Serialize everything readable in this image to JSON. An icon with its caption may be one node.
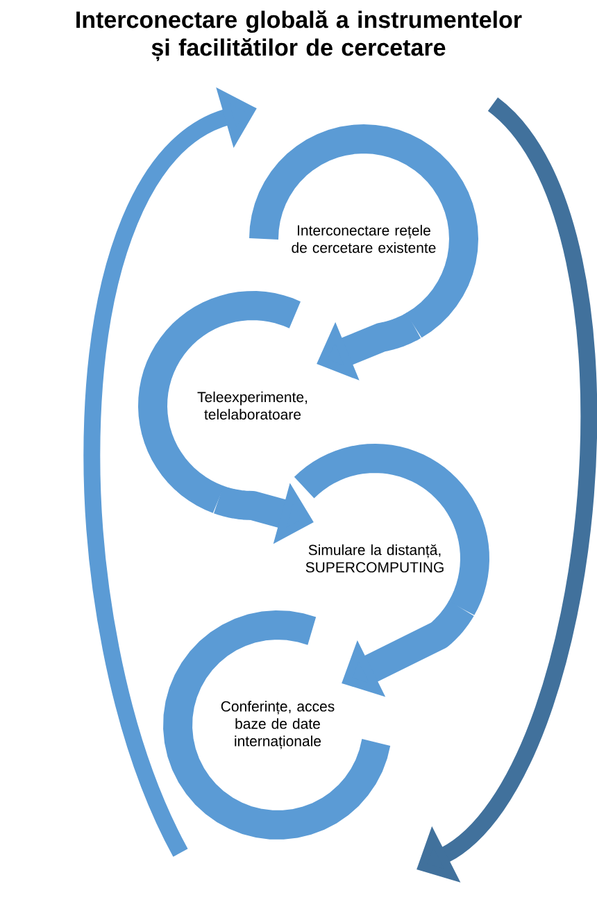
{
  "diagram": {
    "title": "Interconectare globală a instrumentelor și facilitătilor de cercetare",
    "nodes": [
      {
        "text": [
          "Interconectare rețele de cercetare existente"
        ]
      },
      {
        "text": [
          "Teleexperimente, telelaboratoare"
        ]
      },
      {
        "text": [
          "Simulare la distanță, SUPERCOMPUTING"
        ]
      },
      {
        "text": [
          "Conferințe, acces baze de date internaționale"
        ]
      }
    ],
    "edges": [
      {
        "from": 0,
        "to": 1,
        "arrow": "to"
      },
      {
        "from": 1,
        "to": 2,
        "arrow": "to"
      },
      {
        "from": 2,
        "to": 3,
        "arrow": "to"
      },
      {
        "from": 3,
        "to": 0,
        "arrow": "to"
      },
      {
        "from": 0,
        "to": 3,
        "arrow": "to",
        "color": "#41719c"
      }
    ]
  }
}
